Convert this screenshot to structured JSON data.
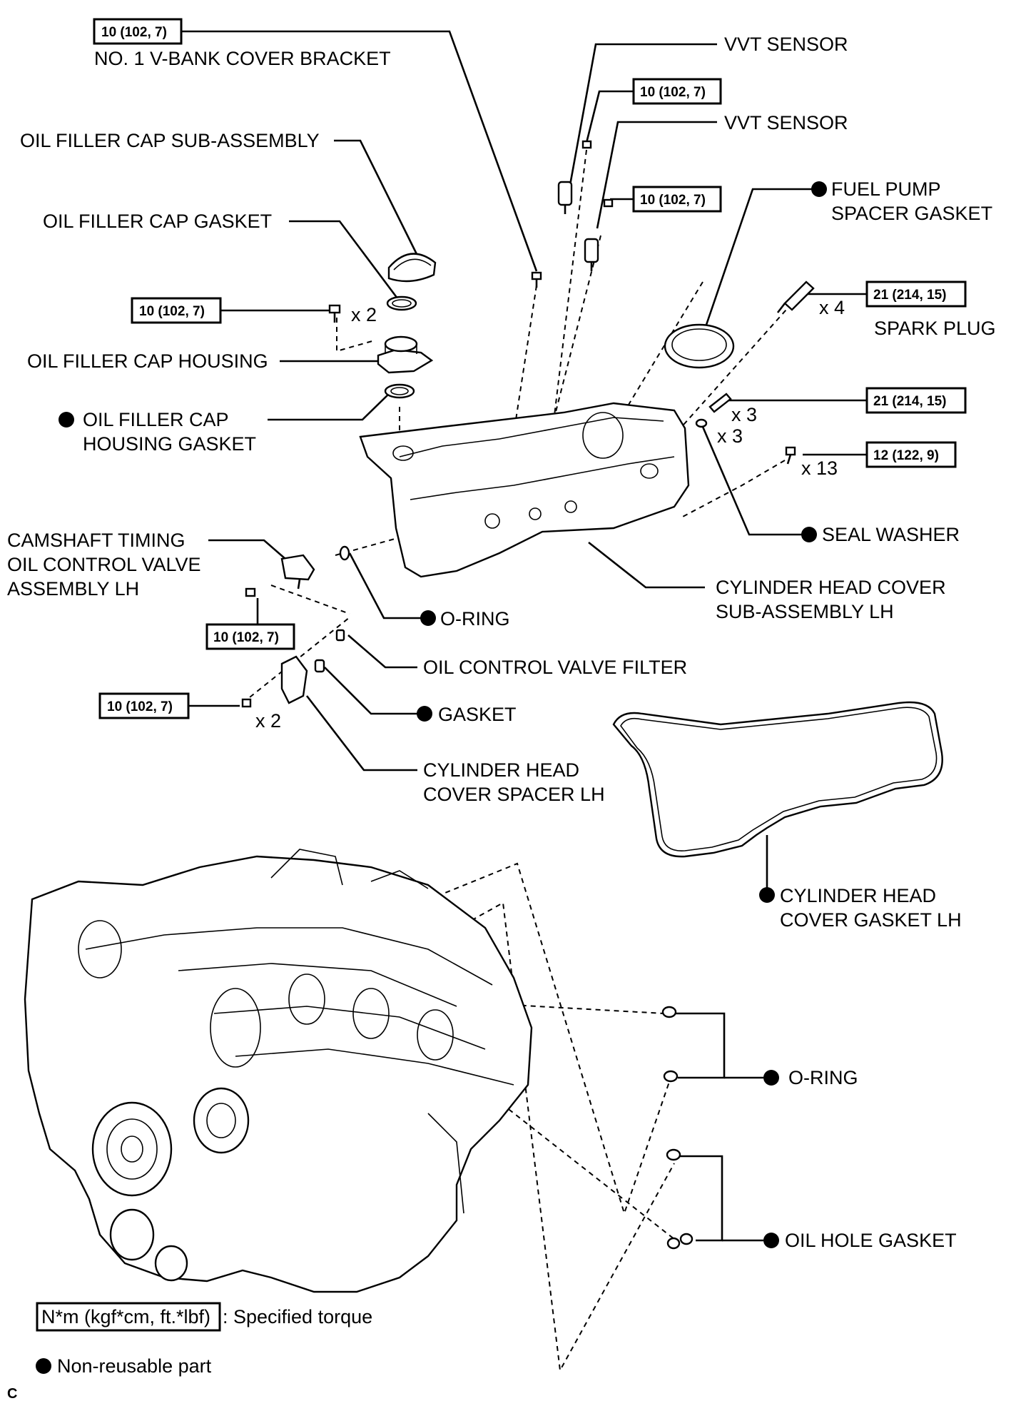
{
  "torque_boxes": [
    {
      "id": "tq-v-bank-bracket",
      "text": "10 (102, 7)"
    },
    {
      "id": "tq-vvt-1",
      "text": "10 (102, 7)"
    },
    {
      "id": "tq-vvt-2",
      "text": "10 (102, 7)"
    },
    {
      "id": "tq-filler-housing",
      "text": "10 (102, 7)"
    },
    {
      "id": "tq-spark-plug",
      "text": "21 (214, 15)"
    },
    {
      "id": "tq-stud",
      "text": "21 (214, 15)"
    },
    {
      "id": "tq-cover-bolts",
      "text": "12 (122, 9)"
    },
    {
      "id": "tq-ocv",
      "text": "10 (102, 7)"
    },
    {
      "id": "tq-spacer",
      "text": "10 (102, 7)"
    }
  ],
  "labels": {
    "v_bank_bracket": "NO. 1 V-BANK COVER BRACKET",
    "vvt_sensor_1": "VVT SENSOR",
    "vvt_sensor_2": "VVT SENSOR",
    "oil_filler_cap": "OIL FILLER CAP SUB-ASSEMBLY",
    "oil_filler_cap_gasket": "OIL FILLER CAP GASKET",
    "fuel_pump_gasket_1": "FUEL PUMP",
    "fuel_pump_gasket_2": "SPACER GASKET",
    "spark_plug": "SPARK PLUG",
    "oil_filler_housing": "OIL FILLER CAP HOUSING",
    "oil_filler_housing_gasket_1": "OIL FILLER CAP",
    "oil_filler_housing_gasket_2": "HOUSING GASKET",
    "seal_washer": "SEAL WASHER",
    "ocv_1": "CAMSHAFT TIMING",
    "ocv_2": "OIL CONTROL VALVE",
    "ocv_3": "ASSEMBLY LH",
    "head_cover_1": "CYLINDER HEAD COVER",
    "head_cover_2": "SUB-ASSEMBLY LH",
    "o_ring_upper": "O-RING",
    "ocv_filter": "OIL CONTROL VALVE FILTER",
    "gasket": "GASKET",
    "spacer_1": "CYLINDER HEAD",
    "spacer_2": "COVER SPACER LH",
    "head_gasket_1": "CYLINDER HEAD",
    "head_gasket_2": "COVER GASKET LH",
    "o_ring_lower": "O-RING",
    "oil_hole_gasket": "OIL HOLE GASKET"
  },
  "quantities": {
    "filler_bolts": "x 2",
    "spark_plug": "x 4",
    "stud": "x 3",
    "seal_washer": "x 3",
    "cover_bolts": "x 13",
    "spacer_bolts": "x 2"
  },
  "legend": {
    "torque_unit": "N*m (kgf*cm, ft.*lbf)",
    "torque_desc": ": Specified torque",
    "non_reusable": "Non-reusable part"
  },
  "corner_mark": "C"
}
